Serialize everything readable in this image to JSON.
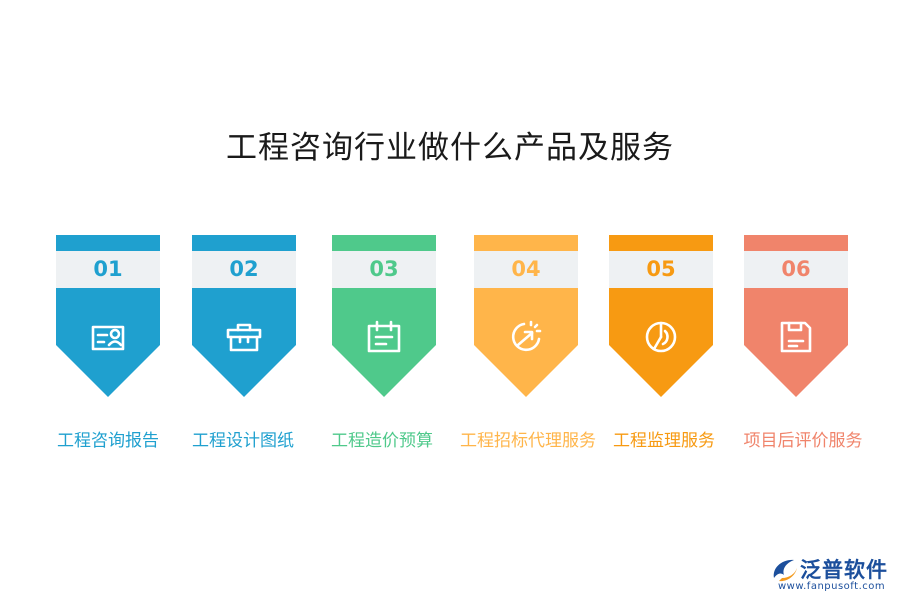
{
  "title": "工程咨询行业做什么产品及服务",
  "items": [
    {
      "number": "01",
      "label": "工程咨询报告",
      "icon": "id-card-icon",
      "color": "#1fa0cf"
    },
    {
      "number": "02",
      "label": "工程设计图纸",
      "icon": "toolbox-icon",
      "color": "#1fa0cf"
    },
    {
      "number": "03",
      "label": "工程造价预算",
      "icon": "calendar-icon",
      "color": "#4fc98b"
    },
    {
      "number": "04",
      "label": "工程招标代理服务",
      "icon": "growth-arrow-icon",
      "color": "#ffb54a"
    },
    {
      "number": "05",
      "label": "工程监理服务",
      "icon": "pie-chart-icon",
      "color": "#f79a12"
    },
    {
      "number": "06",
      "label": "项目后评价服务",
      "icon": "save-icon",
      "color": "#f0846b"
    }
  ],
  "brand": {
    "name": "泛普软件",
    "url": "www.fanpusoft.com",
    "color": "#1c4f9c"
  }
}
